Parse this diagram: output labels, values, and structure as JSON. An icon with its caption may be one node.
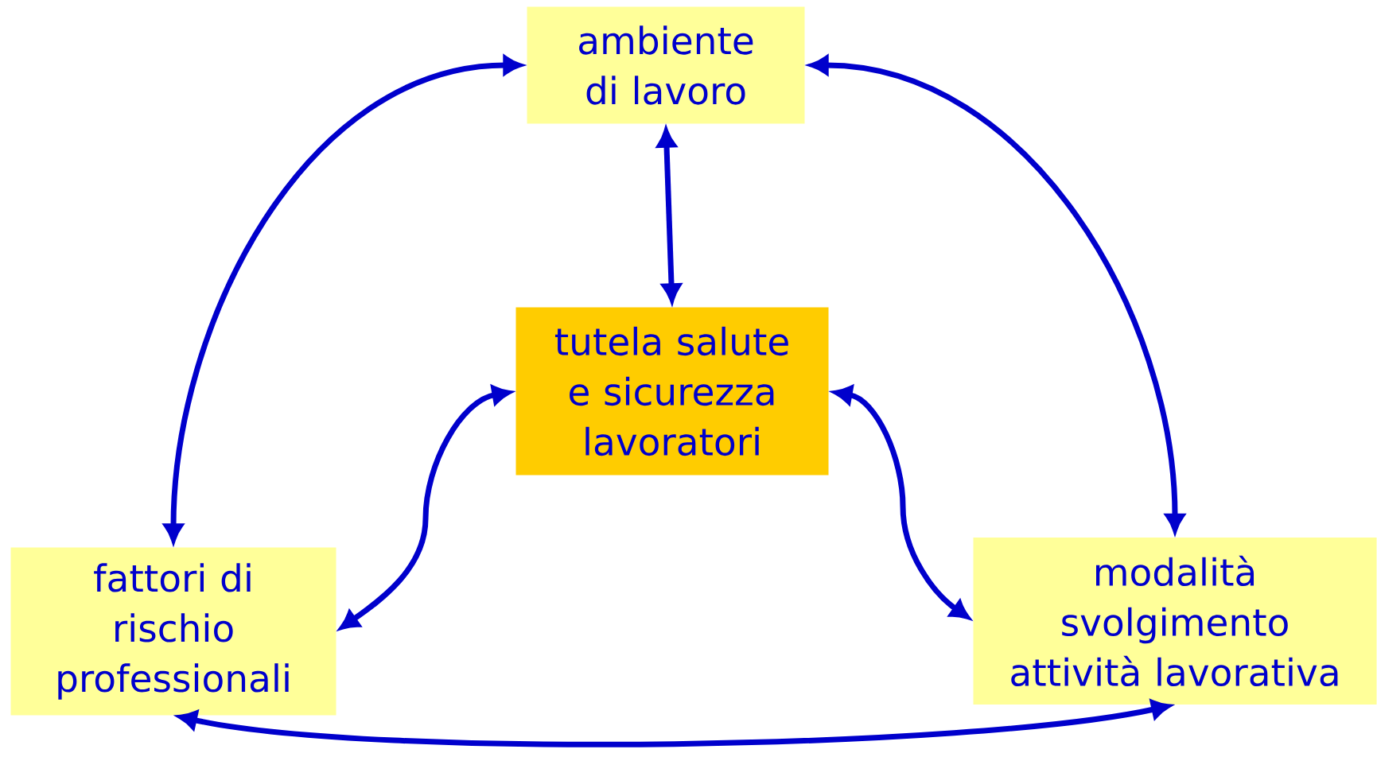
{
  "diagram": {
    "nodes": [
      {
        "text": [
          "ambiente di lavoro"
        ]
      },
      {
        "text": [
          "tutela salute e sicurezza lavoratori"
        ]
      },
      {
        "text": [
          "fattori di rischio professionali"
        ]
      },
      {
        "text": [
          "modalità svolgimento attività lavorativa"
        ]
      }
    ],
    "edges": [
      {
        "from": 0,
        "to": 2,
        "arrow": "both"
      },
      {
        "from": 0,
        "to": 1,
        "arrow": "both"
      },
      {
        "from": 0,
        "to": 3,
        "arrow": "both"
      },
      {
        "from": 1,
        "to": 2,
        "arrow": "both"
      },
      {
        "from": 1,
        "to": 3,
        "arrow": "both"
      },
      {
        "from": 2,
        "to": 3,
        "arrow": "both"
      }
    ]
  }
}
